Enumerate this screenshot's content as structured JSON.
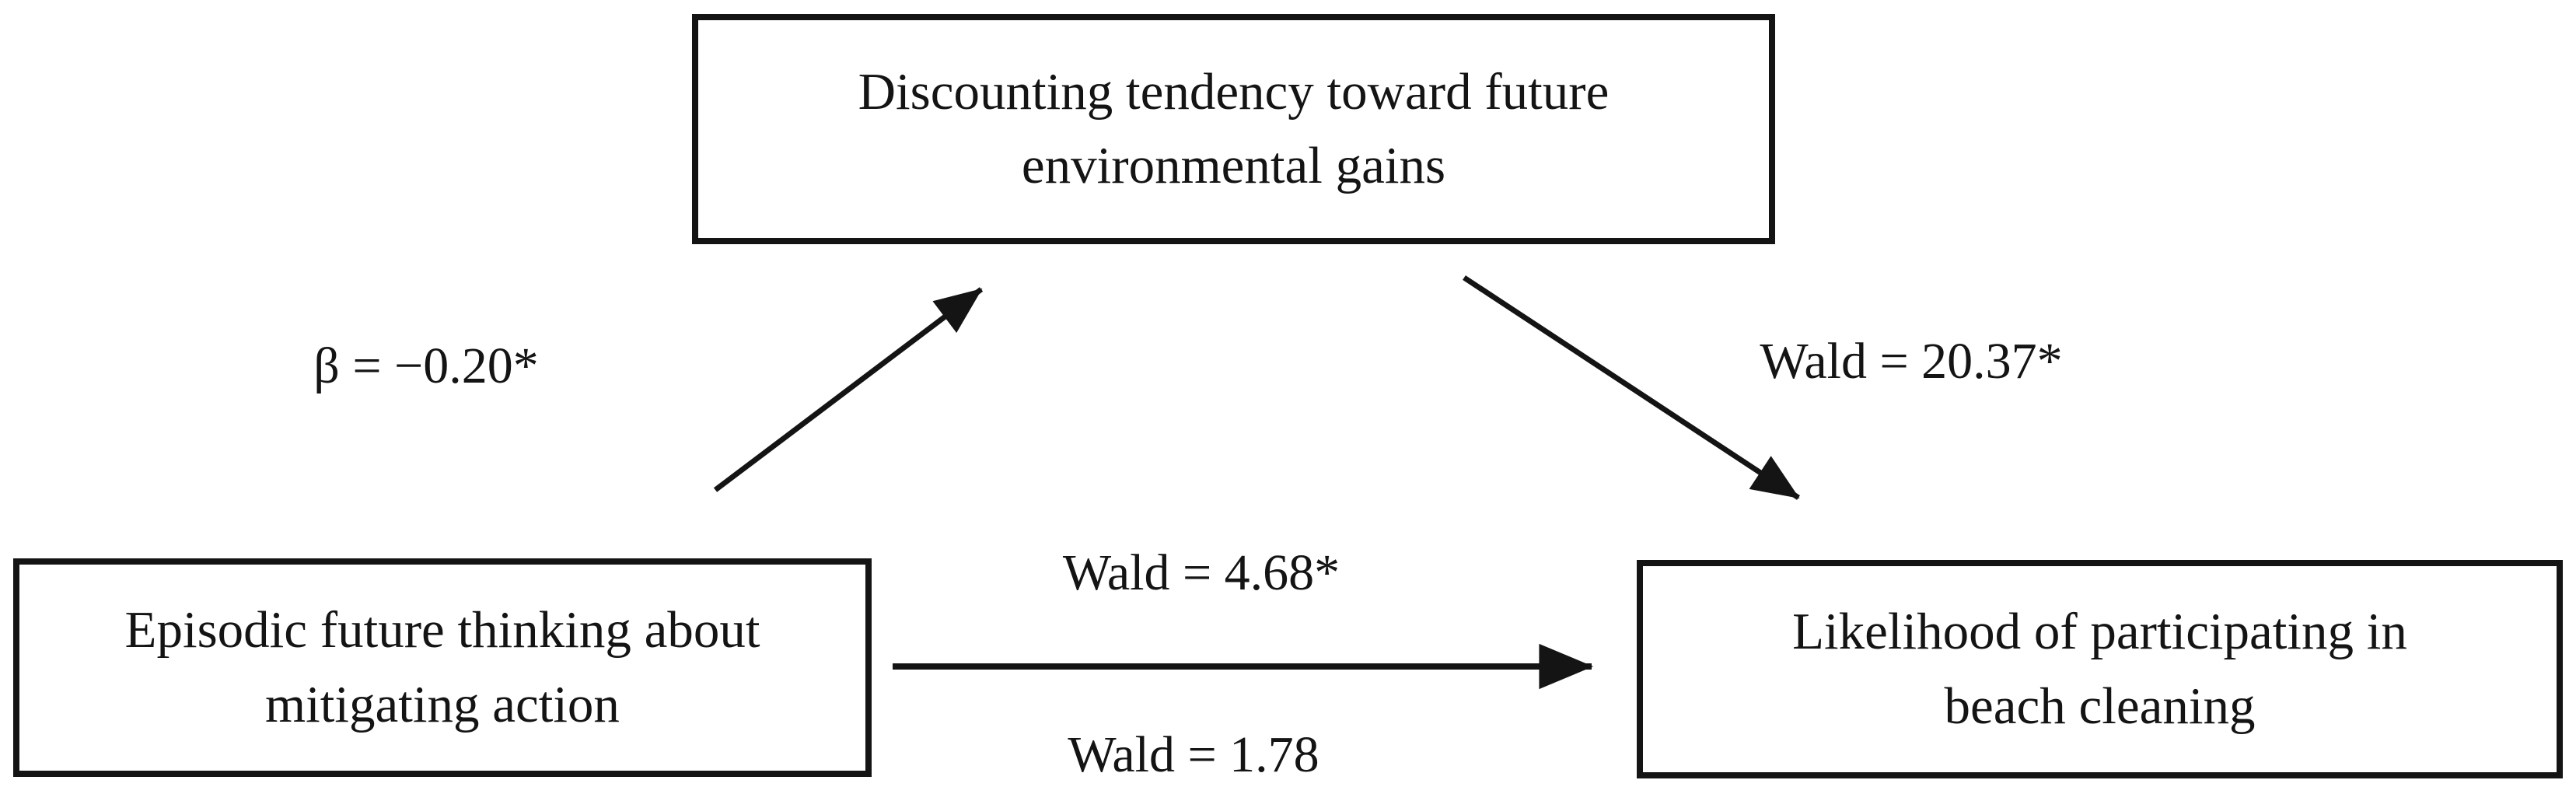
{
  "figure": {
    "type": "mediation-path-diagram",
    "background_color": "#ffffff",
    "line_color": "#141414",
    "nodes": {
      "mediator": {
        "label": "Discounting tendency toward future environmental gains",
        "lines": [
          "Discounting tendency toward future",
          "environmental gains"
        ]
      },
      "predictor": {
        "label": "Episodic future thinking about mitigating action",
        "lines": [
          "Episodic future thinking about",
          "mitigating action"
        ]
      },
      "outcome": {
        "label": "Likelihood of participating in beach cleaning",
        "lines": [
          "Likelihood of participating in",
          "beach cleaning"
        ]
      }
    },
    "paths": {
      "predictor_to_mediator": {
        "label": "β = −0.20*"
      },
      "mediator_to_outcome": {
        "label": "Wald = 20.37*"
      },
      "direct_effect": {
        "label": "Wald = 4.68*"
      },
      "total_effect": {
        "label": "Wald = 1.78"
      }
    }
  }
}
